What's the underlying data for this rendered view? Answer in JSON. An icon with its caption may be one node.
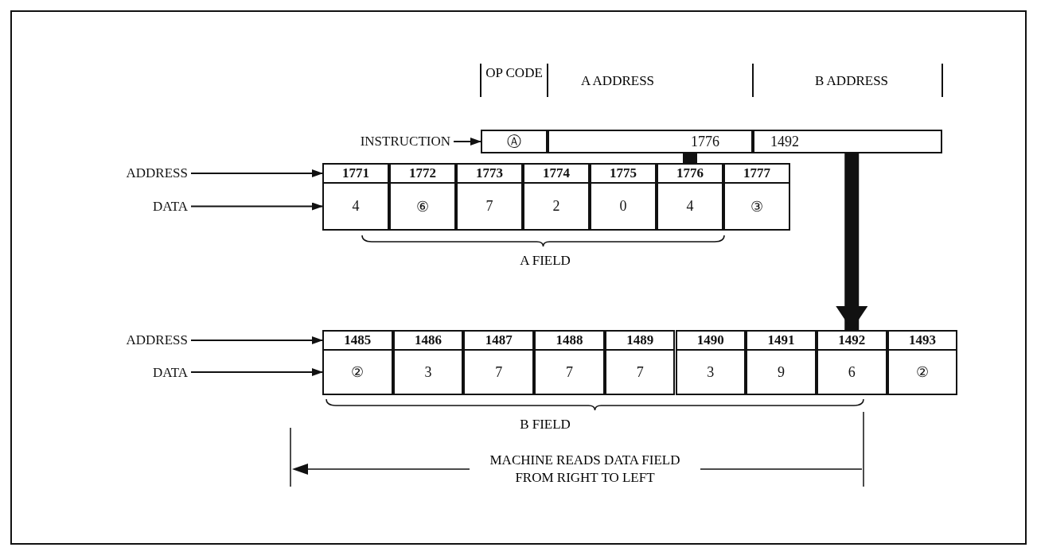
{
  "diagram": {
    "nodes": [
      {
        "text": [
          "INSTRUCTION"
        ]
      },
      {
        "text": [
          "Ⓐ"
        ]
      },
      {
        "text": [
          "1776"
        ]
      },
      {
        "text": [
          "1492"
        ]
      },
      {
        "text": [
          "ADDRESS"
        ]
      },
      {
        "text": [
          "1771"
        ]
      },
      {
        "text": [
          "1772"
        ]
      },
      {
        "text": [
          "1773"
        ]
      },
      {
        "text": [
          "1774"
        ]
      },
      {
        "text": [
          "1775"
        ]
      },
      {
        "text": [
          "1776"
        ]
      },
      {
        "text": [
          "1777"
        ]
      },
      {
        "text": [
          "DATA"
        ]
      },
      {
        "text": [
          "4"
        ]
      },
      {
        "text": [
          "⑥"
        ]
      },
      {
        "text": [
          "7"
        ]
      },
      {
        "text": [
          "2"
        ]
      },
      {
        "text": [
          "0"
        ]
      },
      {
        "text": [
          "4"
        ]
      },
      {
        "text": [
          "③"
        ]
      },
      {
        "text": [
          "ADDRESS"
        ]
      },
      {
        "text": [
          "1485"
        ]
      },
      {
        "text": [
          "1486"
        ]
      },
      {
        "text": [
          "1487"
        ]
      },
      {
        "text": [
          "1488"
        ]
      },
      {
        "text": [
          "1489"
        ]
      },
      {
        "text": [
          "1490"
        ]
      },
      {
        "text": [
          "1491"
        ]
      },
      {
        "text": [
          "1492"
        ]
      },
      {
        "text": [
          "1493"
        ]
      },
      {
        "text": [
          "DATA"
        ]
      },
      {
        "text": [
          "②"
        ]
      },
      {
        "text": [
          "3"
        ]
      },
      {
        "text": [
          "7"
        ]
      },
      {
        "text": [
          "7"
        ]
      },
      {
        "text": [
          "7"
        ]
      },
      {
        "text": [
          "3"
        ]
      },
      {
        "text": [
          "9"
        ]
      },
      {
        "text": [
          "6"
        ]
      },
      {
        "text": [
          "②"
        ]
      }
    ],
    "edges": [
      {
        "from": 0,
        "to": 1,
        "arrow": "to"
      },
      {
        "from": 2,
        "to": 10,
        "arrow": "to",
        "style": "thick"
      },
      {
        "from": 3,
        "to": 28,
        "arrow": "to",
        "style": "thick"
      },
      {
        "from": 4,
        "to": 5,
        "arrow": "to"
      },
      {
        "from": 12,
        "to": 13,
        "arrow": "to"
      },
      {
        "from": 20,
        "to": 21,
        "arrow": "to"
      },
      {
        "from": 30,
        "to": 31,
        "arrow": "to"
      }
    ],
    "labels": [
      "OP CODE",
      "A ADDRESS",
      "B ADDRESS",
      "A FIELD",
      "B FIELD",
      "MACHINE READS DATA FIELD FROM RIGHT TO LEFT"
    ]
  }
}
